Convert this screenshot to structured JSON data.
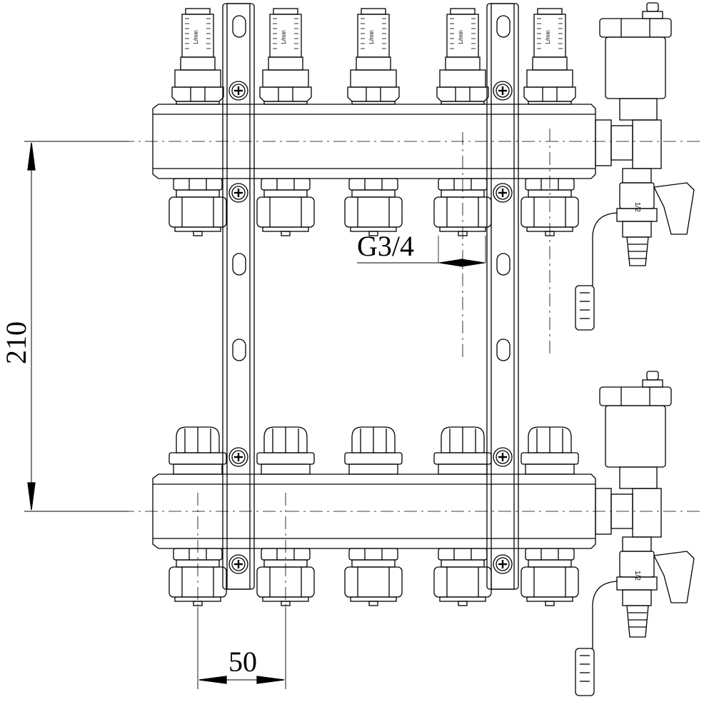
{
  "dimensions": {
    "height_label": "210",
    "spacing_label": "50",
    "thread_label": "G3/4"
  },
  "flowmeter_scale_label": "L/min",
  "valve_size_label": "1/2",
  "manifold": {
    "outlet_count": 5
  }
}
